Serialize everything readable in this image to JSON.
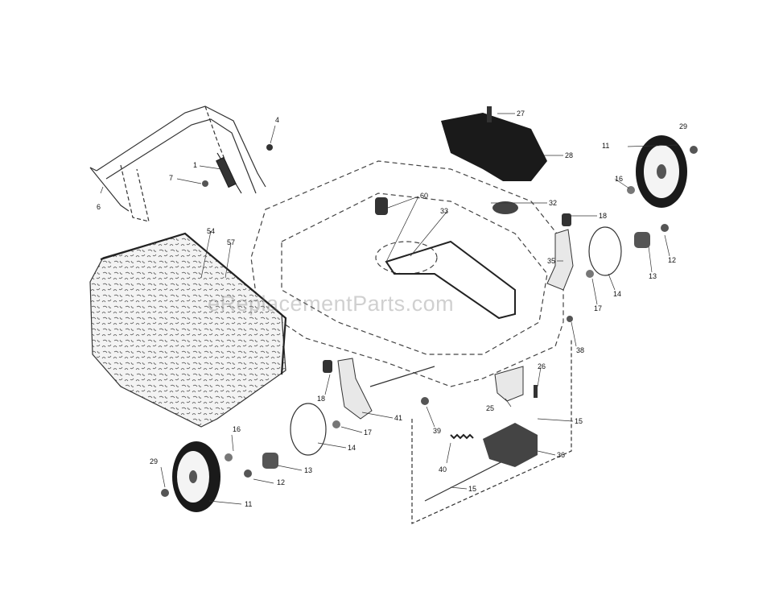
{
  "watermark": "eReplacementParts.com",
  "callouts": {
    "p27": "27",
    "p4": "4",
    "p29_r": "29",
    "p11_r": "11",
    "p28": "28",
    "p1": "1",
    "p7": "7",
    "p6": "6",
    "p16_r": "16",
    "p60": "60",
    "p32": "32",
    "p18_r": "18",
    "p33": "33",
    "p54": "54",
    "p57": "57",
    "p12_r": "12",
    "p35": "35",
    "p13_r": "13",
    "p14_r": "14",
    "p17_r": "17",
    "p38": "38",
    "p26": "26",
    "p18_l": "18",
    "p41": "41",
    "p25": "25",
    "p15_a": "15",
    "p17_l": "17",
    "p39": "39",
    "p16_l": "16",
    "p14_l": "14",
    "p36": "36",
    "p29_l": "29",
    "p13_l": "13",
    "p40": "40",
    "p12_l": "12",
    "p15_b": "15",
    "p11_l": "11"
  }
}
